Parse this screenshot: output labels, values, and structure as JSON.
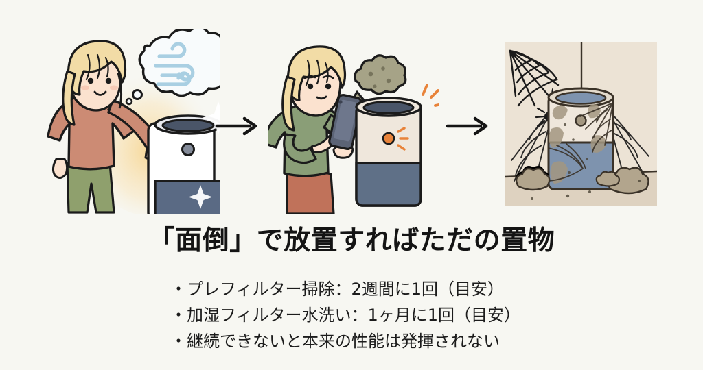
{
  "slide": {
    "background_color": "#f7f7f2",
    "headline": "「面倒」で放置すればただの置物",
    "headline_color": "#141414",
    "bullets": [
      "・プレフィルター掃除：2週間に1回（目安）",
      "・加湿フィルター水洗い：1ヶ月に1回（目安）",
      "・継続できないと本来の性能は発揮されない"
    ],
    "bullet_color": "#1c1c1c"
  },
  "illustration": {
    "arrows": [
      {
        "name": "arrow-panel1-to-panel2",
        "glyph": "→",
        "color": "#141414"
      },
      {
        "name": "arrow-panel2-to-panel3",
        "glyph": "→",
        "color": "#141414"
      }
    ],
    "panels": [
      {
        "id": "panel-clean",
        "caption": "",
        "description": "woman happily touching a clean glowing air purifier while imagining fresh air",
        "woman": {
          "hair_color": "#f2dca6",
          "skin_color": "#fbe2cf",
          "top_color": "#cc8b74",
          "bottom_color": "#8fa06d",
          "expression": "smiling"
        },
        "purifier": {
          "upper_color": "#ffffff",
          "lower_color": "#5a6a84",
          "top_ring_color": "#4a5568",
          "state": "clean",
          "glow_color": "#f5d48a",
          "sparkles": 3
        },
        "thought_bubble": {
          "icon": "wind-icon",
          "icon_color": "#9dc6dc",
          "fill": "#f6fbfd"
        }
      },
      {
        "id": "panel-neglect",
        "caption": "",
        "description": "worried woman checking phone while the purifier shows a dirty filter alert",
        "woman": {
          "hair_color": "#f2dca6",
          "skin_color": "#fbe2cf",
          "top_color": "#8a9e77",
          "bottom_color": "#c0725a",
          "expression": "worried"
        },
        "phone": {
          "body_color": "#5b6375",
          "screen_color": "#6e778c"
        },
        "purifier": {
          "upper_color": "#efe7dc",
          "lower_color": "#5f7087",
          "top_ring_color": "#4a5568",
          "state": "alert",
          "alert_color": "#e8833a",
          "alert_rays": 5
        },
        "dust_bubble": {
          "icon": "dust-cloud-icon",
          "fill": "#a6a387"
        }
      },
      {
        "id": "panel-abandoned",
        "caption": "",
        "description": "abandoned purifier in a corner covered in cobwebs dust and a spider",
        "frame": {
          "background_color": "#ece3d5",
          "floor_color": "#ded2c0"
        },
        "purifier": {
          "upper_color": "#efe7dc",
          "lower_color": "#7e93ae",
          "top_ring_color": "#4a5568",
          "state": "abandoned",
          "grime_color": "#a39781"
        },
        "cobwebs": 3,
        "spider": {
          "icon": "spider-icon",
          "color": "#1b1b1b"
        },
        "dust_bunnies": 3
      }
    ]
  }
}
